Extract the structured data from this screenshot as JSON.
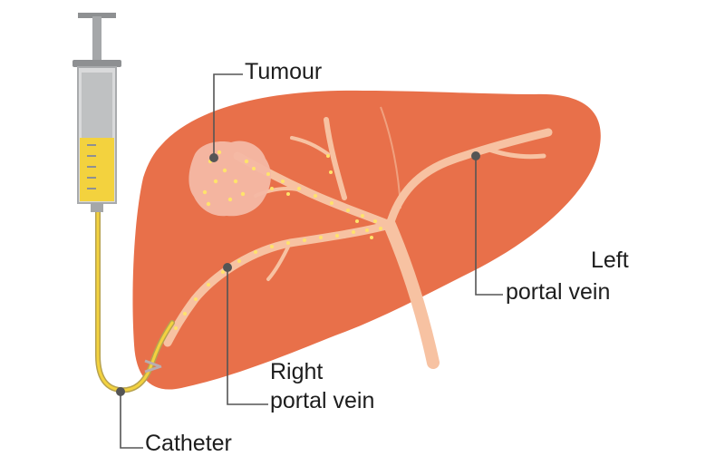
{
  "labels": {
    "tumour": "Tumour",
    "left_portal_vein_line1": "Left",
    "left_portal_vein_line2": "portal vein",
    "right_portal_vein_line1": "Right",
    "right_portal_vein_line2": "portal vein",
    "catheter": "Catheter"
  },
  "colors": {
    "liver": "#e8704a",
    "liver_edge": "#d96840",
    "vein": "#f7c2a2",
    "tumour": "#f4b8a4",
    "particles": "#ffe36b",
    "fluid": "#f3d23e",
    "syringe": "#9a9c9e",
    "leader_line": "#555555"
  }
}
